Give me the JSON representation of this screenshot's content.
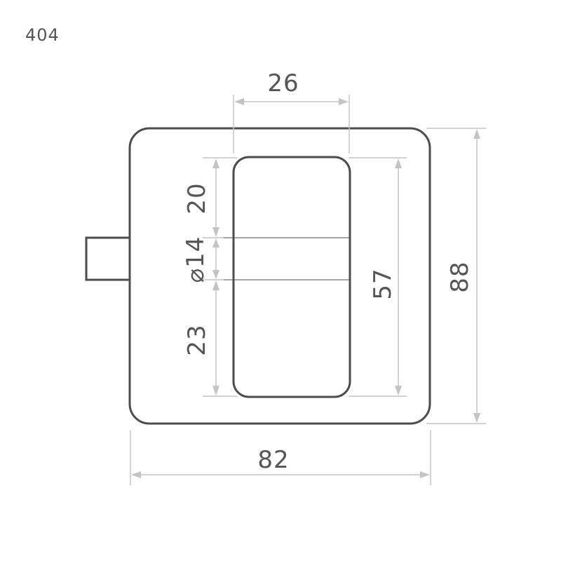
{
  "model_number": "404",
  "dimensions": {
    "slot_width": "26",
    "top_offset": "20",
    "hole_diameter": "⌀14",
    "bottom_offset": "23",
    "slot_height": "57",
    "plate_height": "88",
    "plate_width": "82"
  }
}
